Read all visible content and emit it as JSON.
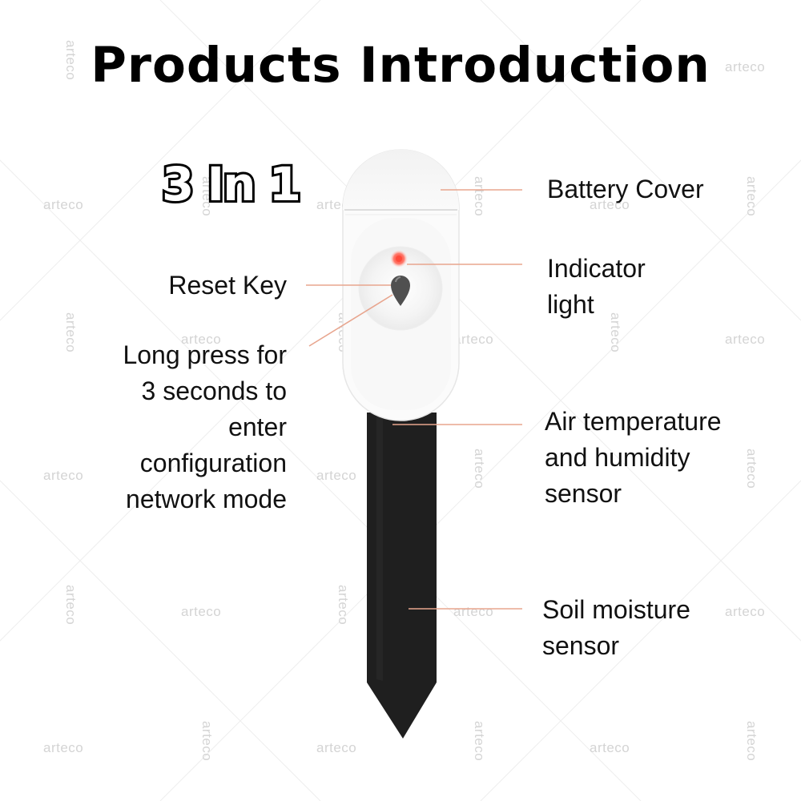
{
  "page": {
    "title": "Products Introduction",
    "badge": "3 In 1"
  },
  "watermark": {
    "text": "arteco",
    "color": "#d4d4d4"
  },
  "labels": {
    "battery_cover": "Battery Cover",
    "indicator_line1": "Indicator",
    "indicator_line2": "light",
    "reset_key": "Reset Key",
    "long_press_1": "Long press for",
    "long_press_2": "3 seconds to",
    "long_press_3": "enter",
    "long_press_4": "configuration",
    "long_press_5": "network mode",
    "air_1": "Air temperature",
    "air_2": "and humidity",
    "air_3": "sensor",
    "soil_1": "Soil moisture",
    "soil_2": "sensor"
  },
  "colors": {
    "leader_line": "#e8a58e",
    "probe": "#1f1f1f",
    "housing": "#f7f7f7",
    "indicator": "#ff5a4a"
  },
  "icons": {
    "reset_key": "water-drop-icon"
  }
}
